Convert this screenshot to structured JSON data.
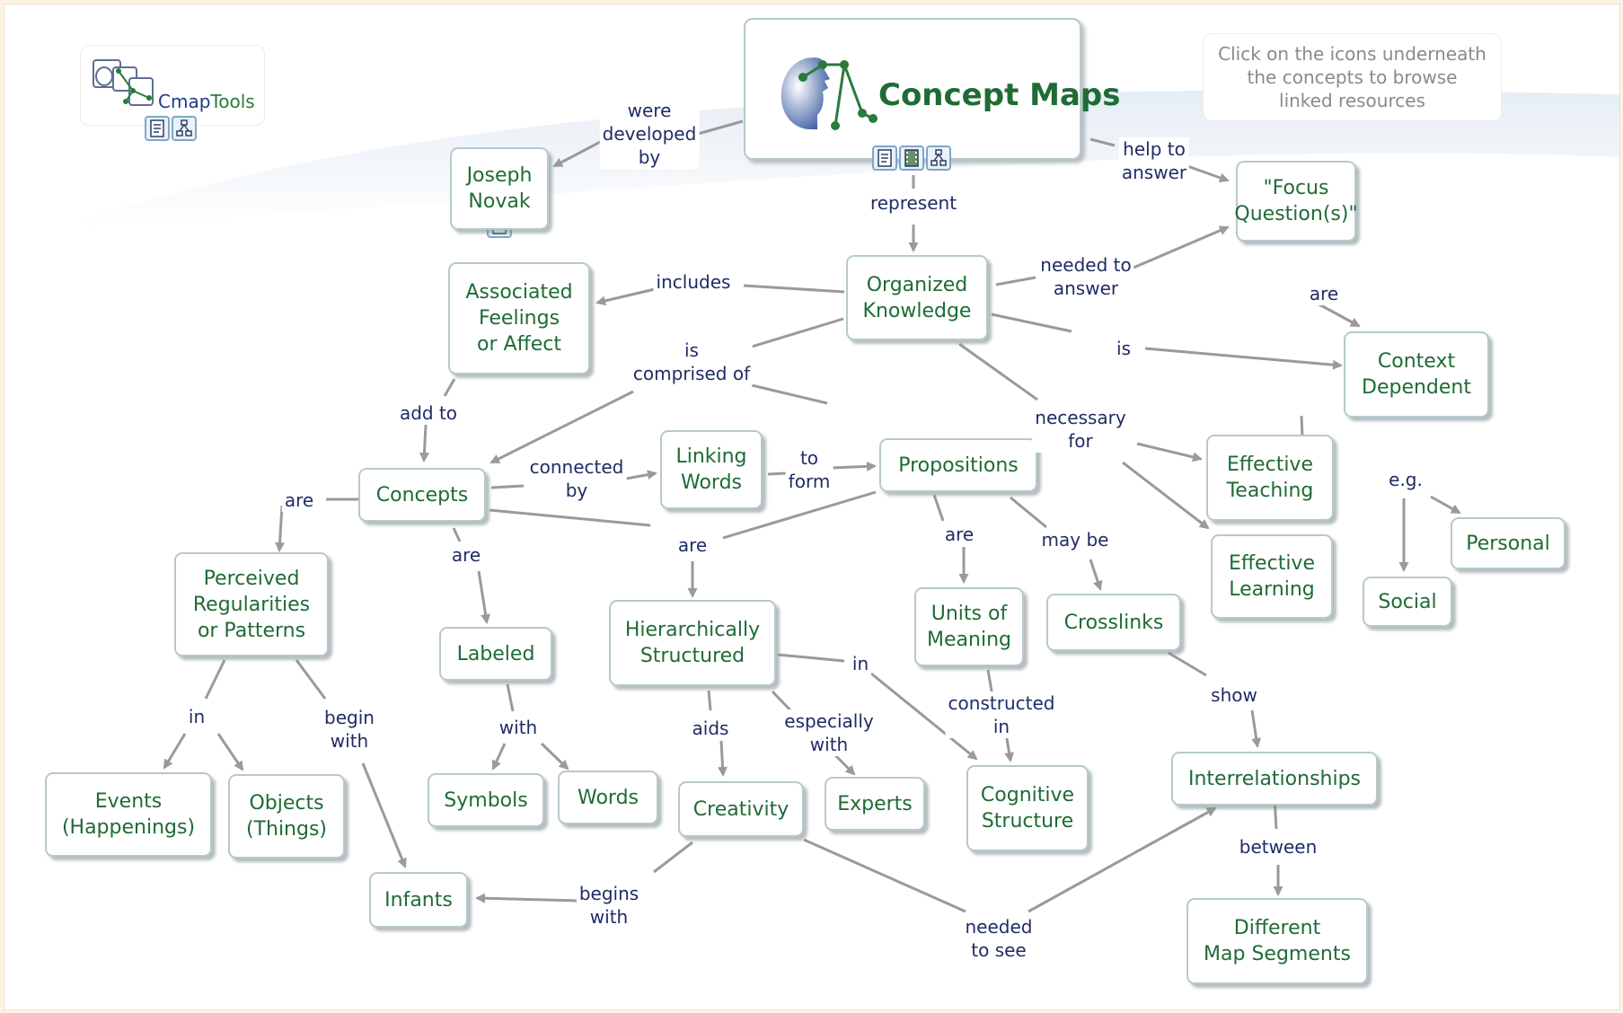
{
  "title": "Concept Maps",
  "logo": {
    "part1": "Cmap",
    "part2": "Tools"
  },
  "hint": "Click on the icons underneath\nthe concepts to browse\nlinked resources",
  "colors": {
    "node_text": "#1f6b35",
    "link_text": "#1f2c66",
    "node_border": "#b6c9cb",
    "arrow": "#9a9a9a",
    "resource_icon": "#7fa7c9"
  },
  "icons": {
    "title_resources": [
      "document-icon",
      "film-icon",
      "concept-map-icon"
    ],
    "logo_resources": [
      "document-icon",
      "concept-map-icon"
    ],
    "novak_resources": [
      "document-icon"
    ]
  },
  "concepts": {
    "joseph_novak": "Joseph\nNovak",
    "focus_questions": "\"Focus\nQuestion(s)\"",
    "organized_knowledge": "Organized\nKnowledge",
    "associated_feelings": "Associated\nFeelings\nor Affect",
    "context_dependent": "Context\nDependent",
    "concepts": "Concepts",
    "linking_words": "Linking\nWords",
    "propositions": "Propositions",
    "effective_teaching": "Effective\nTeaching",
    "effective_learning": "Effective\nLearning",
    "personal": "Personal",
    "social": "Social",
    "perceived_regularities": "Perceived\nRegularities\nor Patterns",
    "labeled": "Labeled",
    "hierarchically_structured": "Hierarchically\nStructured",
    "units_of_meaning": "Units of\nMeaning",
    "crosslinks": "Crosslinks",
    "events": "Events\n(Happenings)",
    "objects": "Objects\n(Things)",
    "symbols": "Symbols",
    "words": "Words",
    "creativity": "Creativity",
    "experts": "Experts",
    "cognitive_structure": "Cognitive\nStructure",
    "interrelationships": "Interrelationships",
    "infants": "Infants",
    "different_map_segments": "Different\nMap Segments"
  },
  "links": {
    "were_developed_by": "were\ndeveloped\nby",
    "help_to_answer": "help to\nanswer",
    "represent": "represent",
    "needed_to_answer": "needed to\nanswer",
    "includes": "includes",
    "are_focus": "are",
    "is_comprised_of": "is\ncomprised of",
    "is": "is",
    "add_to": "add to",
    "necessary_for": "necessary\nfor",
    "connected_by": "connected\nby",
    "to_form": "to\nform",
    "eg": "e.g.",
    "are_concepts_left": "are",
    "are_concepts_labeled": "are",
    "are_hierarchical": "are",
    "are_units": "are",
    "may_be": "may be",
    "in_perceived": "in",
    "begin_with": "begin\nwith",
    "with_labeled": "with",
    "in_hier": "in",
    "aids": "aids",
    "especially_with": "especially\nwith",
    "constructed_in": "constructed\nin",
    "show": "show",
    "between": "between",
    "begins_with": "begins\nwith",
    "needed_to_see": "needed\nto see"
  }
}
